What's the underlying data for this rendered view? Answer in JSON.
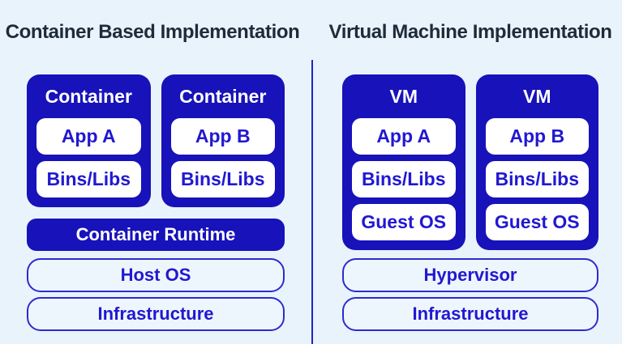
{
  "page": {
    "background": "#e9f3fb"
  },
  "colors": {
    "primary_blue": "#1712b9",
    "text_blue": "#2118d1",
    "border_blue": "#2b2bd0",
    "title_dark": "#1d2b3a",
    "divider_blue": "#2323c8",
    "bar_fill": "#eef6fd",
    "chip_fill": "#ffffff"
  },
  "left_panel": {
    "title": "Container Based Implementation",
    "groups": [
      {
        "title": "Container",
        "items": [
          "App A",
          "Bins/Libs"
        ]
      },
      {
        "title": "Container",
        "items": [
          "App B",
          "Bins/Libs"
        ]
      }
    ],
    "solid_bar": "Container Runtime",
    "outline_bars": [
      "Host OS",
      "Infrastructure"
    ]
  },
  "right_panel": {
    "title": "Virtual Machine Implementation",
    "groups": [
      {
        "title": "VM",
        "items": [
          "App A",
          "Bins/Libs",
          "Guest OS"
        ]
      },
      {
        "title": "VM",
        "items": [
          "App B",
          "Bins/Libs",
          "Guest OS"
        ]
      }
    ],
    "outline_bars": [
      "Hypervisor",
      "Infrastructure"
    ]
  }
}
